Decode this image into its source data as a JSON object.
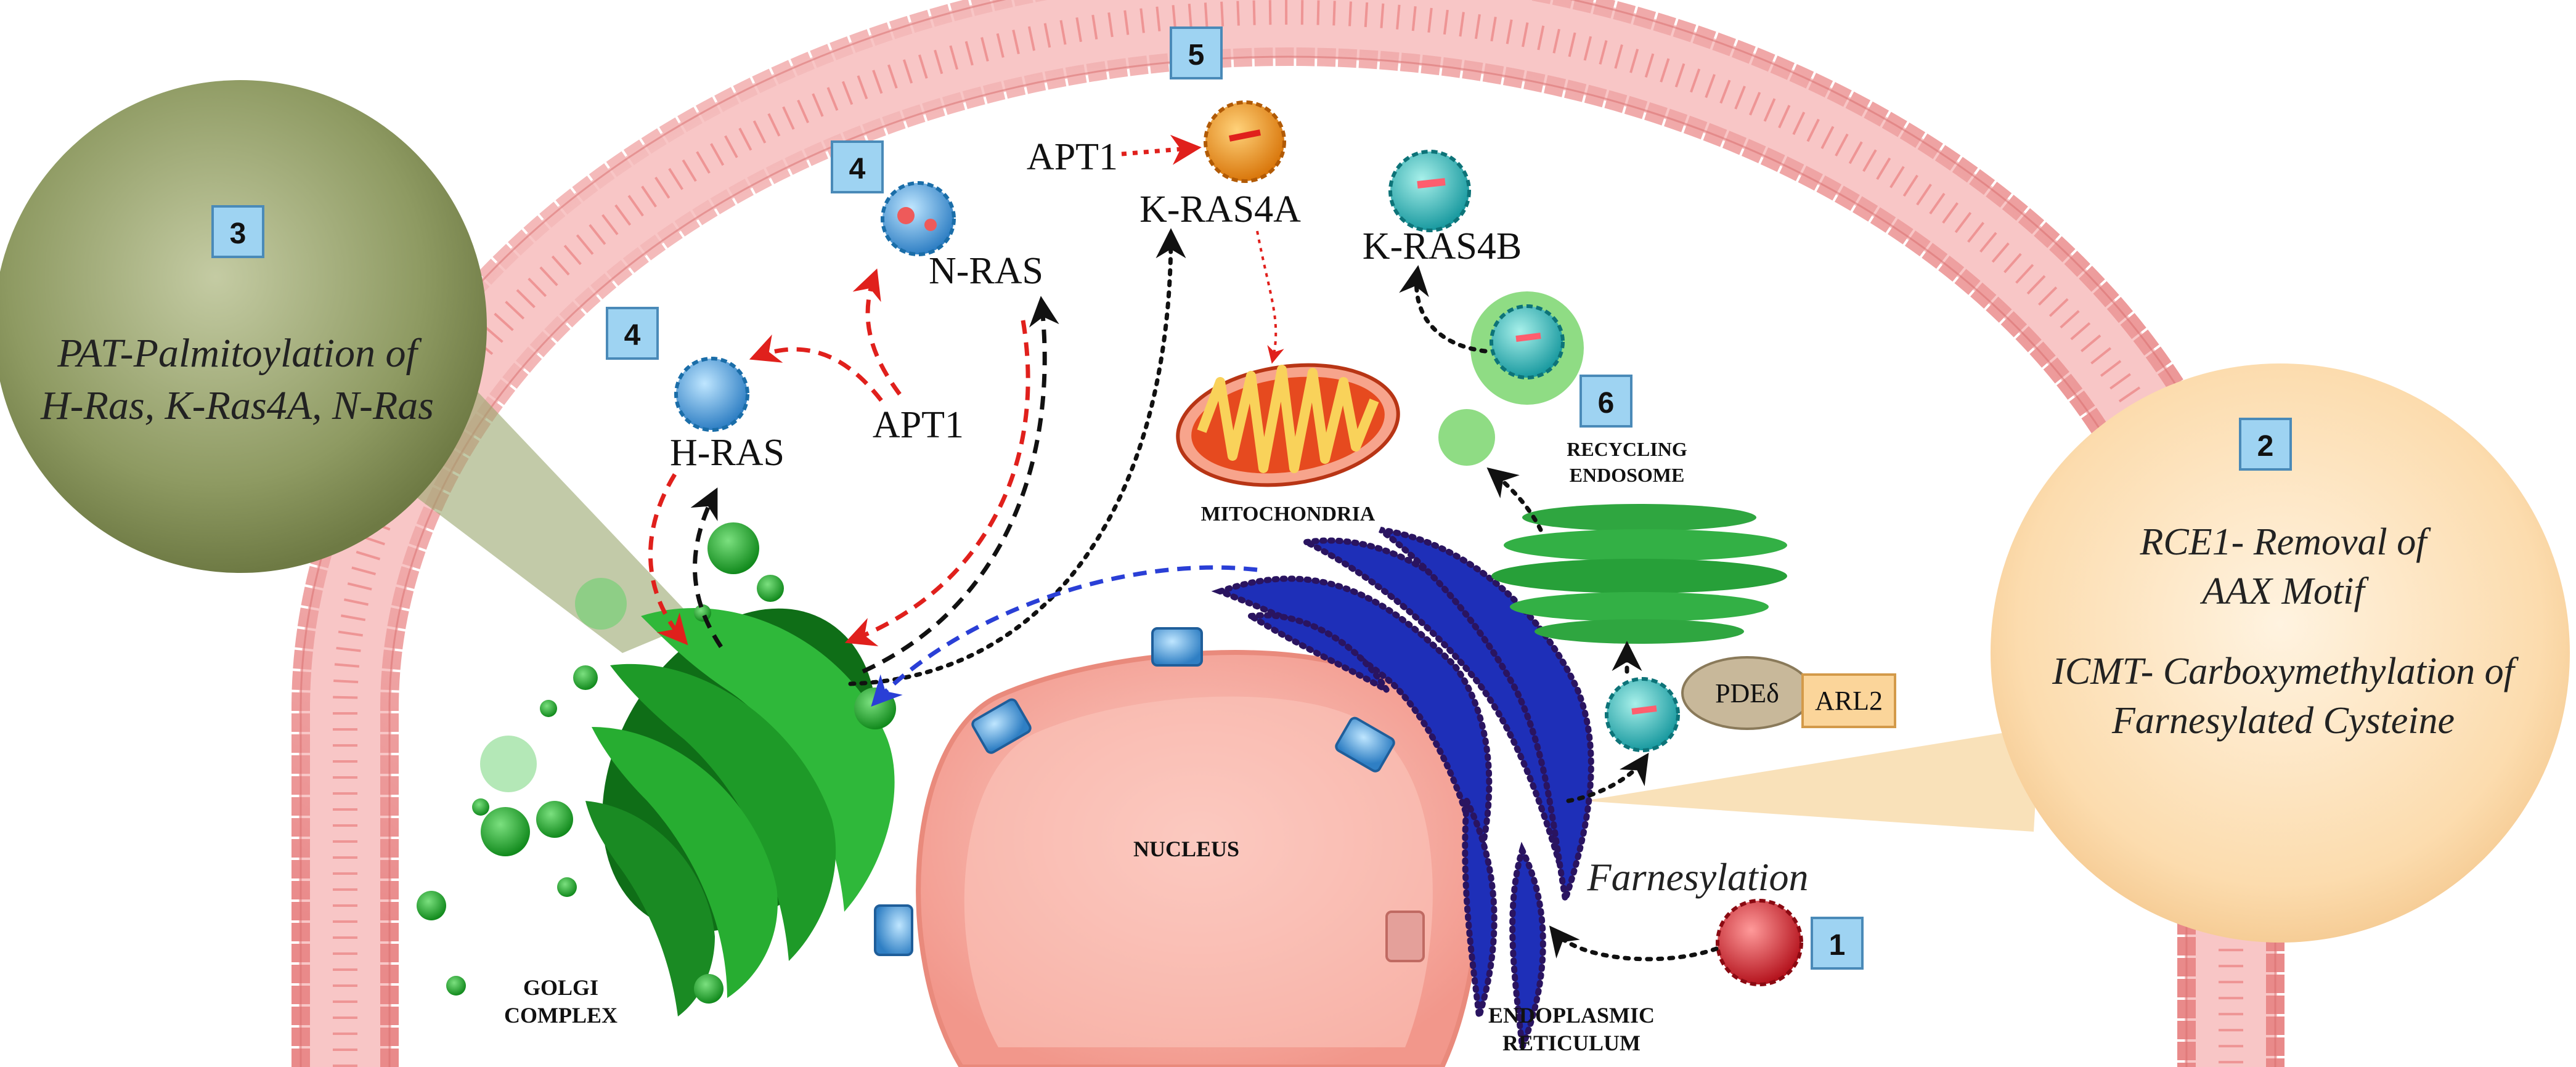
{
  "diagram": {
    "steps": [
      {
        "num": "1"
      },
      {
        "num": "2"
      },
      {
        "num": "3"
      },
      {
        "num": "4"
      },
      {
        "num": "4"
      },
      {
        "num": "5"
      },
      {
        "num": "6"
      }
    ],
    "proteins": {
      "hras": "H-RAS",
      "nras": "N-RAS",
      "kras4a": "K-RAS4A",
      "kras4b": "K-RAS4B"
    },
    "enzymes": {
      "apt1_upper": "APT1",
      "apt1_lower": "APT1",
      "pde": "PDEδ",
      "arl2": "ARL2"
    },
    "organelles": {
      "mitochondria": "MITOCHONDRIA",
      "nucleus": "NUCLEUS",
      "golgi_line1": "GOLGI",
      "golgi_line2": "COMPLEX",
      "er_line1": "ENDOPLASMIC",
      "er_line2": "RETICULUM",
      "endosome_line1": "RECYCLING",
      "endosome_line2": "ENDOSOME"
    },
    "process_labels": {
      "farnesylation": "Farnesylation",
      "pat_line1": "PAT-Palmitoylation of",
      "pat_line2": "H-Ras, K-Ras4A, N-Ras",
      "rce1_line1": "RCE1- Removal of",
      "rce1_line2": "AAX Motif",
      "icmt_line1": "ICMT- Carboxymethylation of",
      "icmt_line2": "Farnesylated Cysteine"
    },
    "colors": {
      "membrane": "#f2a0a0",
      "nucleus": "#f7b0a8",
      "golgi": "#1f9a2a",
      "er": "#1a1a8c",
      "mitochondria": "#e84a1f",
      "arrow_red": "#e0201c",
      "arrow_black": "#111111",
      "arrow_blue": "#2a3fd6",
      "badge": "#9ed3f2",
      "bubble_left": "#8e9a62",
      "bubble_right": "#fbd9a6"
    }
  }
}
